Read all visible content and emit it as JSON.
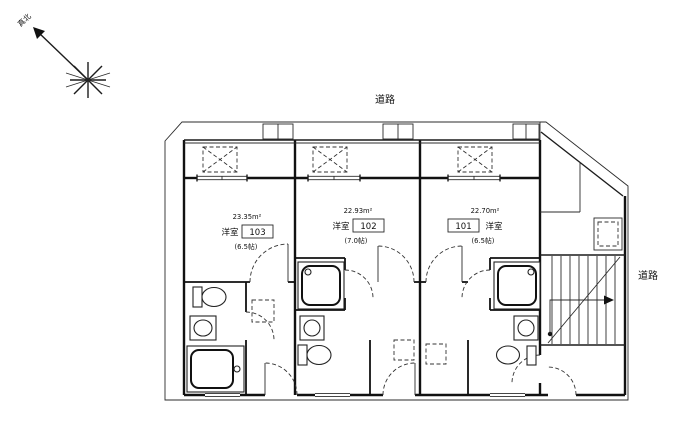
{
  "compass": {
    "label": "真北"
  },
  "roads": {
    "top": "道路",
    "right": "道路"
  },
  "units": [
    {
      "id": "103",
      "area": "23.35m²",
      "room_type": "洋室",
      "size": "(6.5帖)"
    },
    {
      "id": "102",
      "area": "22.93m²",
      "room_type": "洋室",
      "size": "(7.0帖)"
    },
    {
      "id": "101",
      "area": "22.70m²",
      "room_type": "洋室",
      "size": "(6.5帖)"
    }
  ]
}
